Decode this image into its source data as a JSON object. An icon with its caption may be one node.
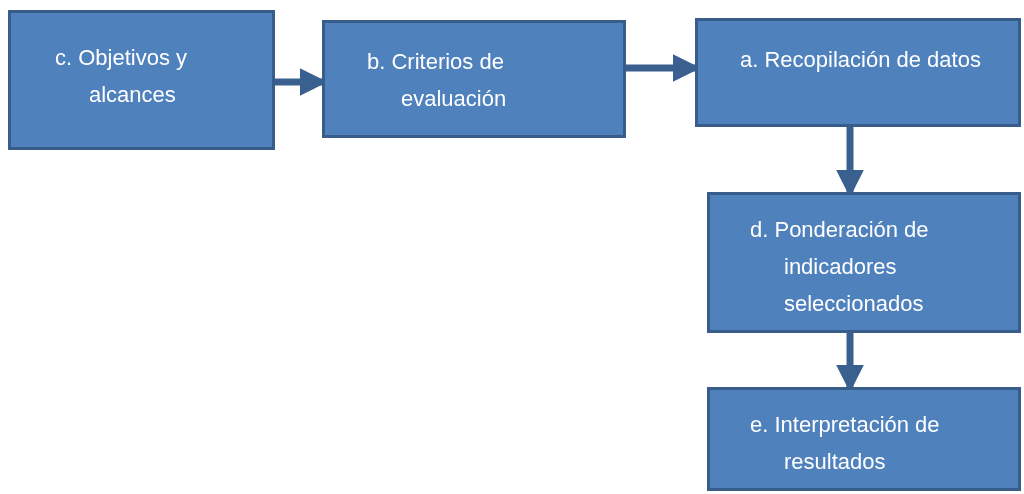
{
  "diagram": {
    "nodes": [
      {
        "text": [
          "c. Objetivos y alcances"
        ]
      },
      {
        "text": [
          "b. Criterios de evaluación"
        ]
      },
      {
        "text": [
          "a. Recopilación de datos"
        ]
      },
      {
        "text": [
          "d. Ponderación de indicadores seleccionados"
        ]
      },
      {
        "text": [
          "e. Interpretación de resultados"
        ]
      }
    ],
    "edges": [
      {
        "from": 0,
        "to": 1,
        "arrow": "to"
      },
      {
        "from": 1,
        "to": 2,
        "arrow": "to"
      },
      {
        "from": 2,
        "to": 3,
        "arrow": "to"
      },
      {
        "from": 3,
        "to": 4,
        "arrow": "to"
      }
    ]
  }
}
